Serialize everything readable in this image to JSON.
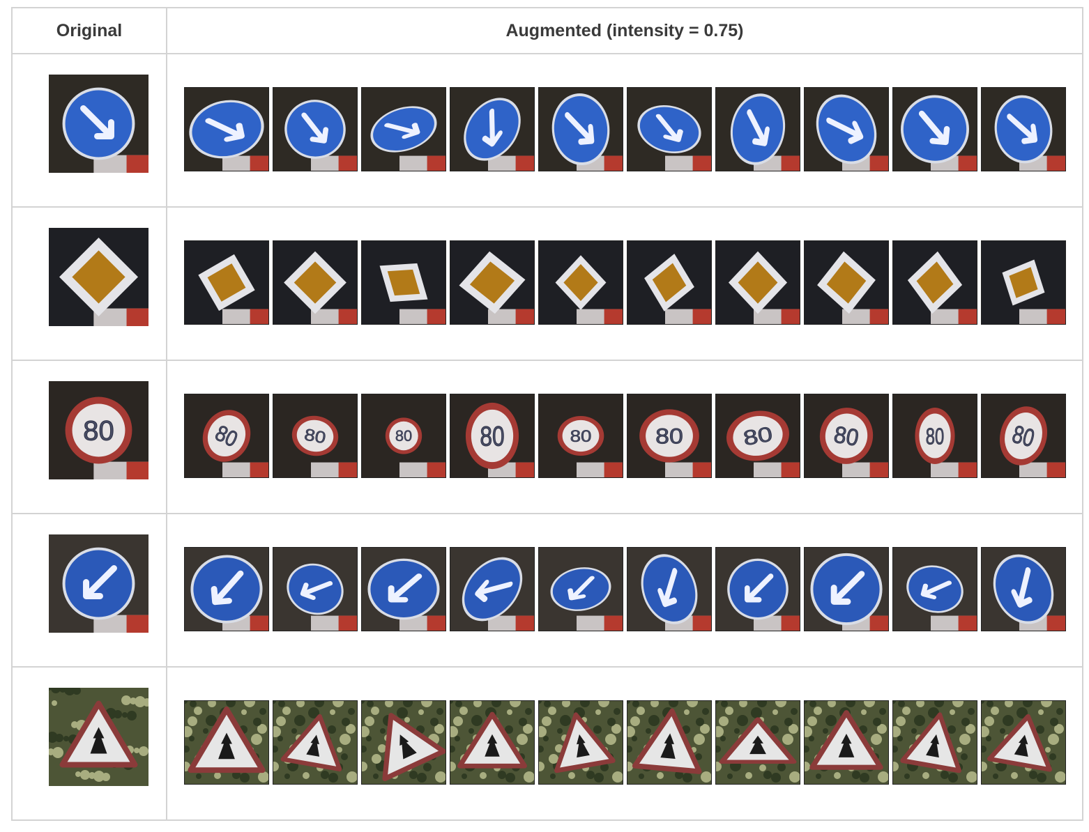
{
  "header": {
    "original_label": "Original",
    "augmented_label": "Augmented (intensity = 0.75)"
  },
  "rows": [
    {
      "sign": "keep-right-arrow-icon",
      "colors": {
        "bg": "#2e2a24",
        "sign": "#2f63c8"
      },
      "augments": [
        {
          "rot": -12,
          "sx": 1.05,
          "sy": 0.8
        },
        {
          "rot": 8,
          "sx": 0.85,
          "sy": 0.82
        },
        {
          "rot": -18,
          "sx": 0.95,
          "sy": 0.6
        },
        {
          "rot": 35,
          "sx": 0.7,
          "sy": 0.95
        },
        {
          "rot": -5,
          "sx": 0.8,
          "sy": 1.0
        },
        {
          "rot": 15,
          "sx": 0.9,
          "sy": 0.65
        },
        {
          "rot": 10,
          "sx": 0.75,
          "sy": 1.0
        },
        {
          "rot": -25,
          "sx": 0.8,
          "sy": 1.0
        },
        {
          "rot": 5,
          "sx": 0.95,
          "sy": 0.95
        },
        {
          "rot": -8,
          "sx": 0.8,
          "sy": 0.95
        }
      ]
    },
    {
      "sign": "priority-road-diamond-icon",
      "colors": {
        "bg": "#1e1f24",
        "sign": "#b27a18"
      },
      "augments": [
        {
          "rot": 15,
          "sx": 0.75,
          "sy": 0.75
        },
        {
          "rot": 0,
          "sx": 0.8,
          "sy": 0.8
        },
        {
          "rot": 35,
          "sx": 0.75,
          "sy": 0.6
        },
        {
          "rot": -5,
          "sx": 0.85,
          "sy": 0.8
        },
        {
          "rot": 0,
          "sx": 0.65,
          "sy": 0.7
        },
        {
          "rot": 10,
          "sx": 0.65,
          "sy": 0.75
        },
        {
          "rot": 0,
          "sx": 0.75,
          "sy": 0.8
        },
        {
          "rot": -5,
          "sx": 0.75,
          "sy": 0.8
        },
        {
          "rot": 5,
          "sx": 0.7,
          "sy": 0.8
        },
        {
          "rot": 25,
          "sx": 0.6,
          "sy": 0.65
        }
      ]
    },
    {
      "sign": "speed-limit-80-icon",
      "colors": {
        "bg": "#2b2622",
        "sign": "#a53a34"
      },
      "text": "80",
      "augments": [
        {
          "rot": 25,
          "sx": 0.7,
          "sy": 0.8
        },
        {
          "rot": 10,
          "sx": 0.7,
          "sy": 0.6
        },
        {
          "rot": 0,
          "sx": 0.55,
          "sy": 0.55
        },
        {
          "rot": 0,
          "sx": 0.8,
          "sy": 1.0
        },
        {
          "rot": 0,
          "sx": 0.7,
          "sy": 0.6
        },
        {
          "rot": 0,
          "sx": 0.9,
          "sy": 0.8
        },
        {
          "rot": -10,
          "sx": 0.95,
          "sy": 0.75
        },
        {
          "rot": 10,
          "sx": 0.8,
          "sy": 0.85
        },
        {
          "rot": 0,
          "sx": 0.6,
          "sy": 0.85
        },
        {
          "rot": 15,
          "sx": 0.7,
          "sy": 0.9
        }
      ]
    },
    {
      "sign": "keep-left-arrow-icon",
      "colors": {
        "bg": "#3a3530",
        "sign": "#2b59b8"
      },
      "augments": [
        {
          "rot": -5,
          "sx": 1.0,
          "sy": 0.95
        },
        {
          "rot": 20,
          "sx": 0.8,
          "sy": 0.7
        },
        {
          "rot": 0,
          "sx": 1.0,
          "sy": 0.85
        },
        {
          "rot": 40,
          "sx": 0.7,
          "sy": 1.0
        },
        {
          "rot": -10,
          "sx": 0.85,
          "sy": 0.6
        },
        {
          "rot": -20,
          "sx": 0.75,
          "sy": 1.0
        },
        {
          "rot": 0,
          "sx": 0.85,
          "sy": 0.85
        },
        {
          "rot": 0,
          "sx": 1.0,
          "sy": 1.0
        },
        {
          "rot": 15,
          "sx": 0.8,
          "sy": 0.65
        },
        {
          "rot": -25,
          "sx": 0.8,
          "sy": 1.0
        }
      ]
    },
    {
      "sign": "intersection-warning-triangle-icon",
      "colors": {
        "bg": "#4d5536",
        "sign": "#8b3b3a"
      },
      "augments": [
        {
          "rot": 0,
          "sx": 1.0,
          "sy": 1.0
        },
        {
          "rot": 10,
          "sx": 0.8,
          "sy": 0.8
        },
        {
          "rot": -25,
          "sx": 0.9,
          "sy": 0.9
        },
        {
          "rot": 0,
          "sx": 0.9,
          "sy": 0.85
        },
        {
          "rot": -10,
          "sx": 0.8,
          "sy": 0.85
        },
        {
          "rot": 5,
          "sx": 0.9,
          "sy": 0.95
        },
        {
          "rot": 0,
          "sx": 1.0,
          "sy": 0.7
        },
        {
          "rot": 0,
          "sx": 0.95,
          "sy": 0.9
        },
        {
          "rot": 10,
          "sx": 0.8,
          "sy": 0.85
        },
        {
          "rot": 10,
          "sx": 0.85,
          "sy": 0.8
        }
      ]
    }
  ]
}
